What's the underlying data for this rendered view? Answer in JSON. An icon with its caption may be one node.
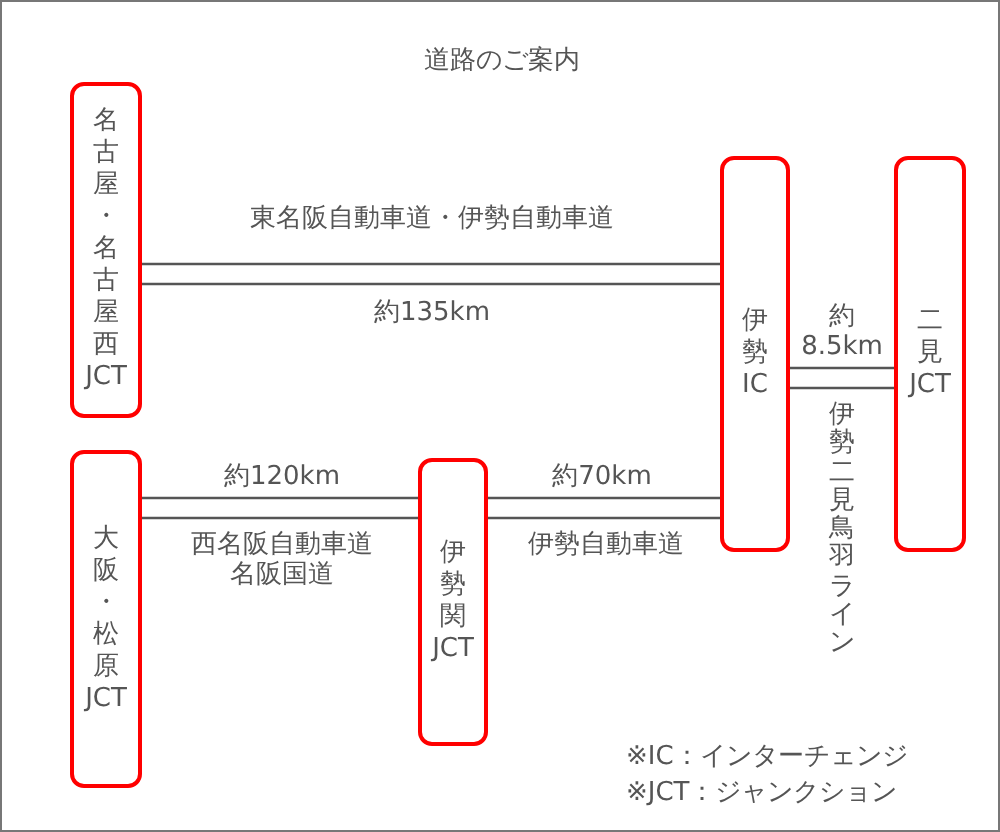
{
  "diagram": {
    "title": "道路のご案内",
    "nodes": [
      {
        "text": [
          "名古屋・名古屋西JCT"
        ]
      },
      {
        "text": [
          "伊勢IC"
        ]
      },
      {
        "text": [
          "二見JCT"
        ]
      },
      {
        "text": [
          "大阪・松原JCT"
        ]
      },
      {
        "text": [
          "伊勢関JCT"
        ]
      }
    ],
    "edges": [
      {
        "from": 0,
        "to": 1,
        "arrow": "none",
        "label": "東名阪自動車道・伊勢自動車道"
      },
      {
        "from": 3,
        "to": 4,
        "arrow": "none",
        "label": "西名阪自動車道名阪国道"
      },
      {
        "from": 4,
        "to": 1,
        "arrow": "none",
        "label": "伊勢自動車道"
      },
      {
        "from": 1,
        "to": 2,
        "arrow": "none",
        "label": "伊勢二見鳥羽ライン"
      }
    ],
    "labels": [
      "約135km",
      "約8.5km",
      "約120km",
      "約70km",
      "※IC：インターチェンジ",
      "※JCT：ジャンクション"
    ]
  }
}
